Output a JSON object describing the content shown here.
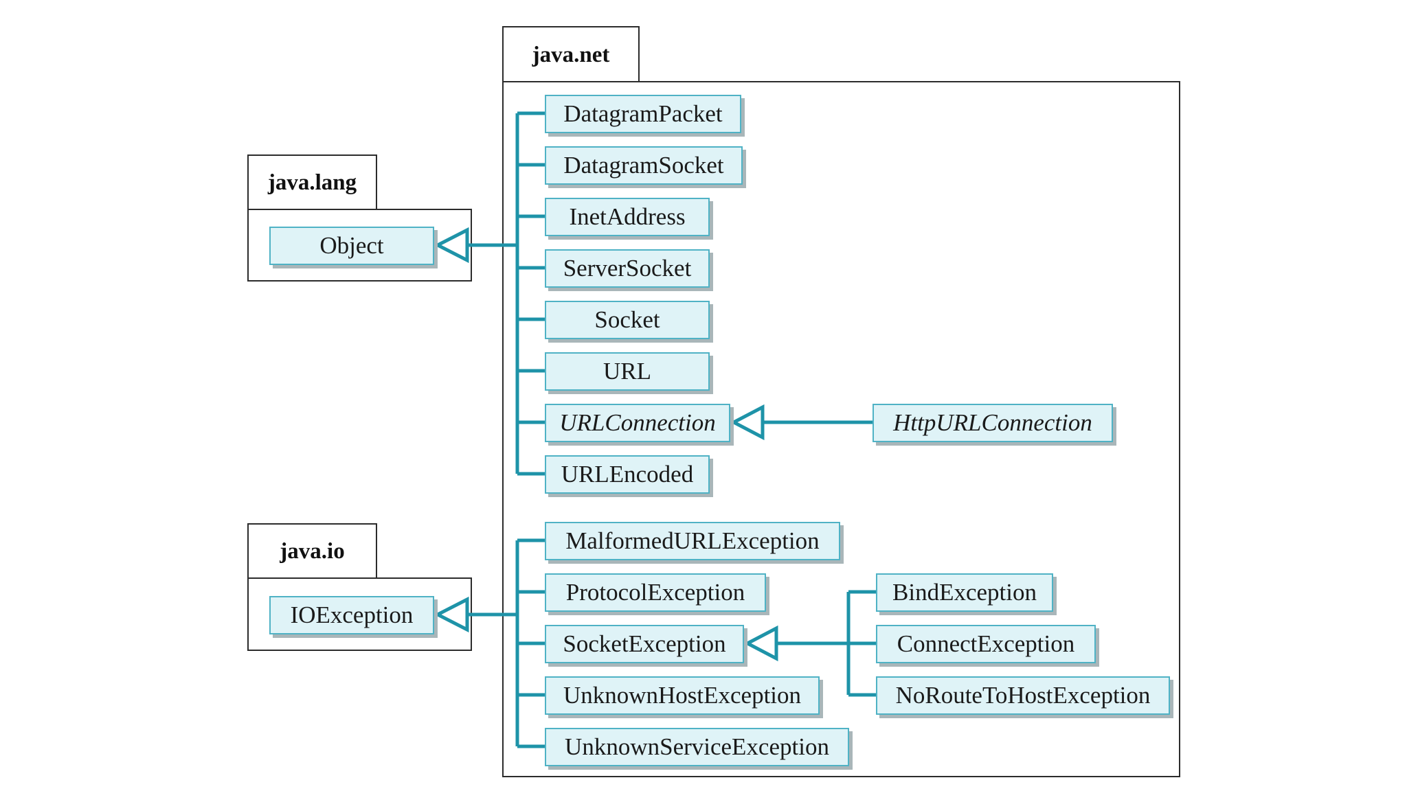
{
  "colors": {
    "connector": "#1e93a8",
    "class_fill": "#dff3f7",
    "class_border": "#4fb2c5",
    "class_shadow": "#a9b6b9",
    "package_border": "#2b2b2b"
  },
  "packages": {
    "java_net": "java.net",
    "java_lang": "java.lang",
    "java_io": "java.io"
  },
  "classes": {
    "object": "Object",
    "ioexception": "IOException",
    "datagrampacket": "DatagramPacket",
    "datagramsocket": "DatagramSocket",
    "inetaddress": "InetAddress",
    "serversocket": "ServerSocket",
    "socket": "Socket",
    "url": "URL",
    "urlconnection": "URLConnection",
    "urlencoded": "URLEncoded",
    "httpurlconnection": "HttpURLConnection",
    "malformedurlexception": "MalformedURLException",
    "protocolexception": "ProtocolException",
    "socketexception": "SocketException",
    "unknownhostexception": "UnknownHostException",
    "unknownserviceexception": "UnknownServiceException",
    "bindexception": "BindException",
    "connectexception": "ConnectException",
    "noroutetohostexception": "NoRouteToHostException"
  },
  "abstract_classes": [
    "urlconnection",
    "httpurlconnection"
  ],
  "inheritance": [
    {
      "parent": "object",
      "children": [
        "datagrampacket",
        "datagramsocket",
        "inetaddress",
        "serversocket",
        "socket",
        "url",
        "urlconnection",
        "urlencoded"
      ]
    },
    {
      "parent": "urlconnection",
      "children": [
        "httpurlconnection"
      ]
    },
    {
      "parent": "ioexception",
      "children": [
        "malformedurlexception",
        "protocolexception",
        "socketexception",
        "unknownhostexception",
        "unknownserviceexception"
      ]
    },
    {
      "parent": "socketexception",
      "children": [
        "bindexception",
        "connectexception",
        "noroutetohostexception"
      ]
    }
  ]
}
